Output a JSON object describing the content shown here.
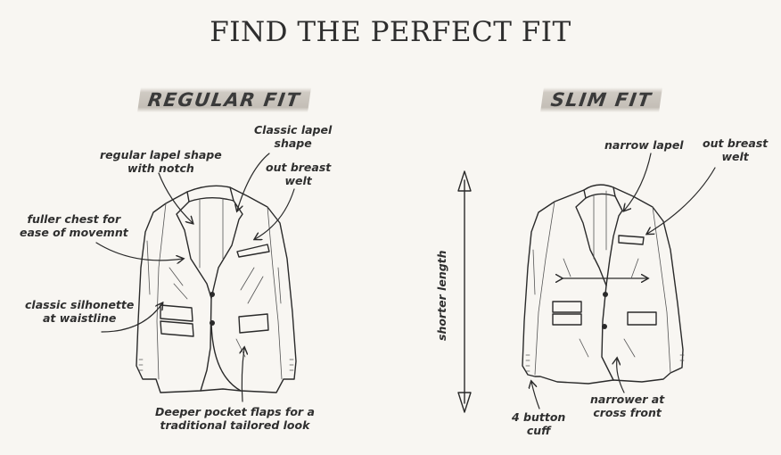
{
  "title": "FIND THE PERFECT FIT",
  "regular": {
    "label": "REGULAR FIT",
    "notes": {
      "lapel_shape": [
        "regular lapel shape",
        "with notch"
      ],
      "classic_lapel": [
        "Classic lapel",
        "shape"
      ],
      "breast_welt": [
        "out breast",
        "welt"
      ],
      "fuller_chest": [
        "fuller chest for",
        "ease of movemnt"
      ],
      "silhouette": [
        "classic silhonette",
        "at waistline"
      ],
      "pocket_flaps": [
        "Deeper pocket flaps for a",
        "traditional tailored look"
      ]
    }
  },
  "slim": {
    "label": "SLIM FIT",
    "notes": {
      "narrow_lapel": "narrow lapel",
      "breast_welt": [
        "out breast",
        "welt"
      ],
      "narrower_front": [
        "narrower at",
        "cross front"
      ],
      "cuff": [
        "4 button",
        "cuff"
      ]
    }
  },
  "shorter_length": "shorter length"
}
